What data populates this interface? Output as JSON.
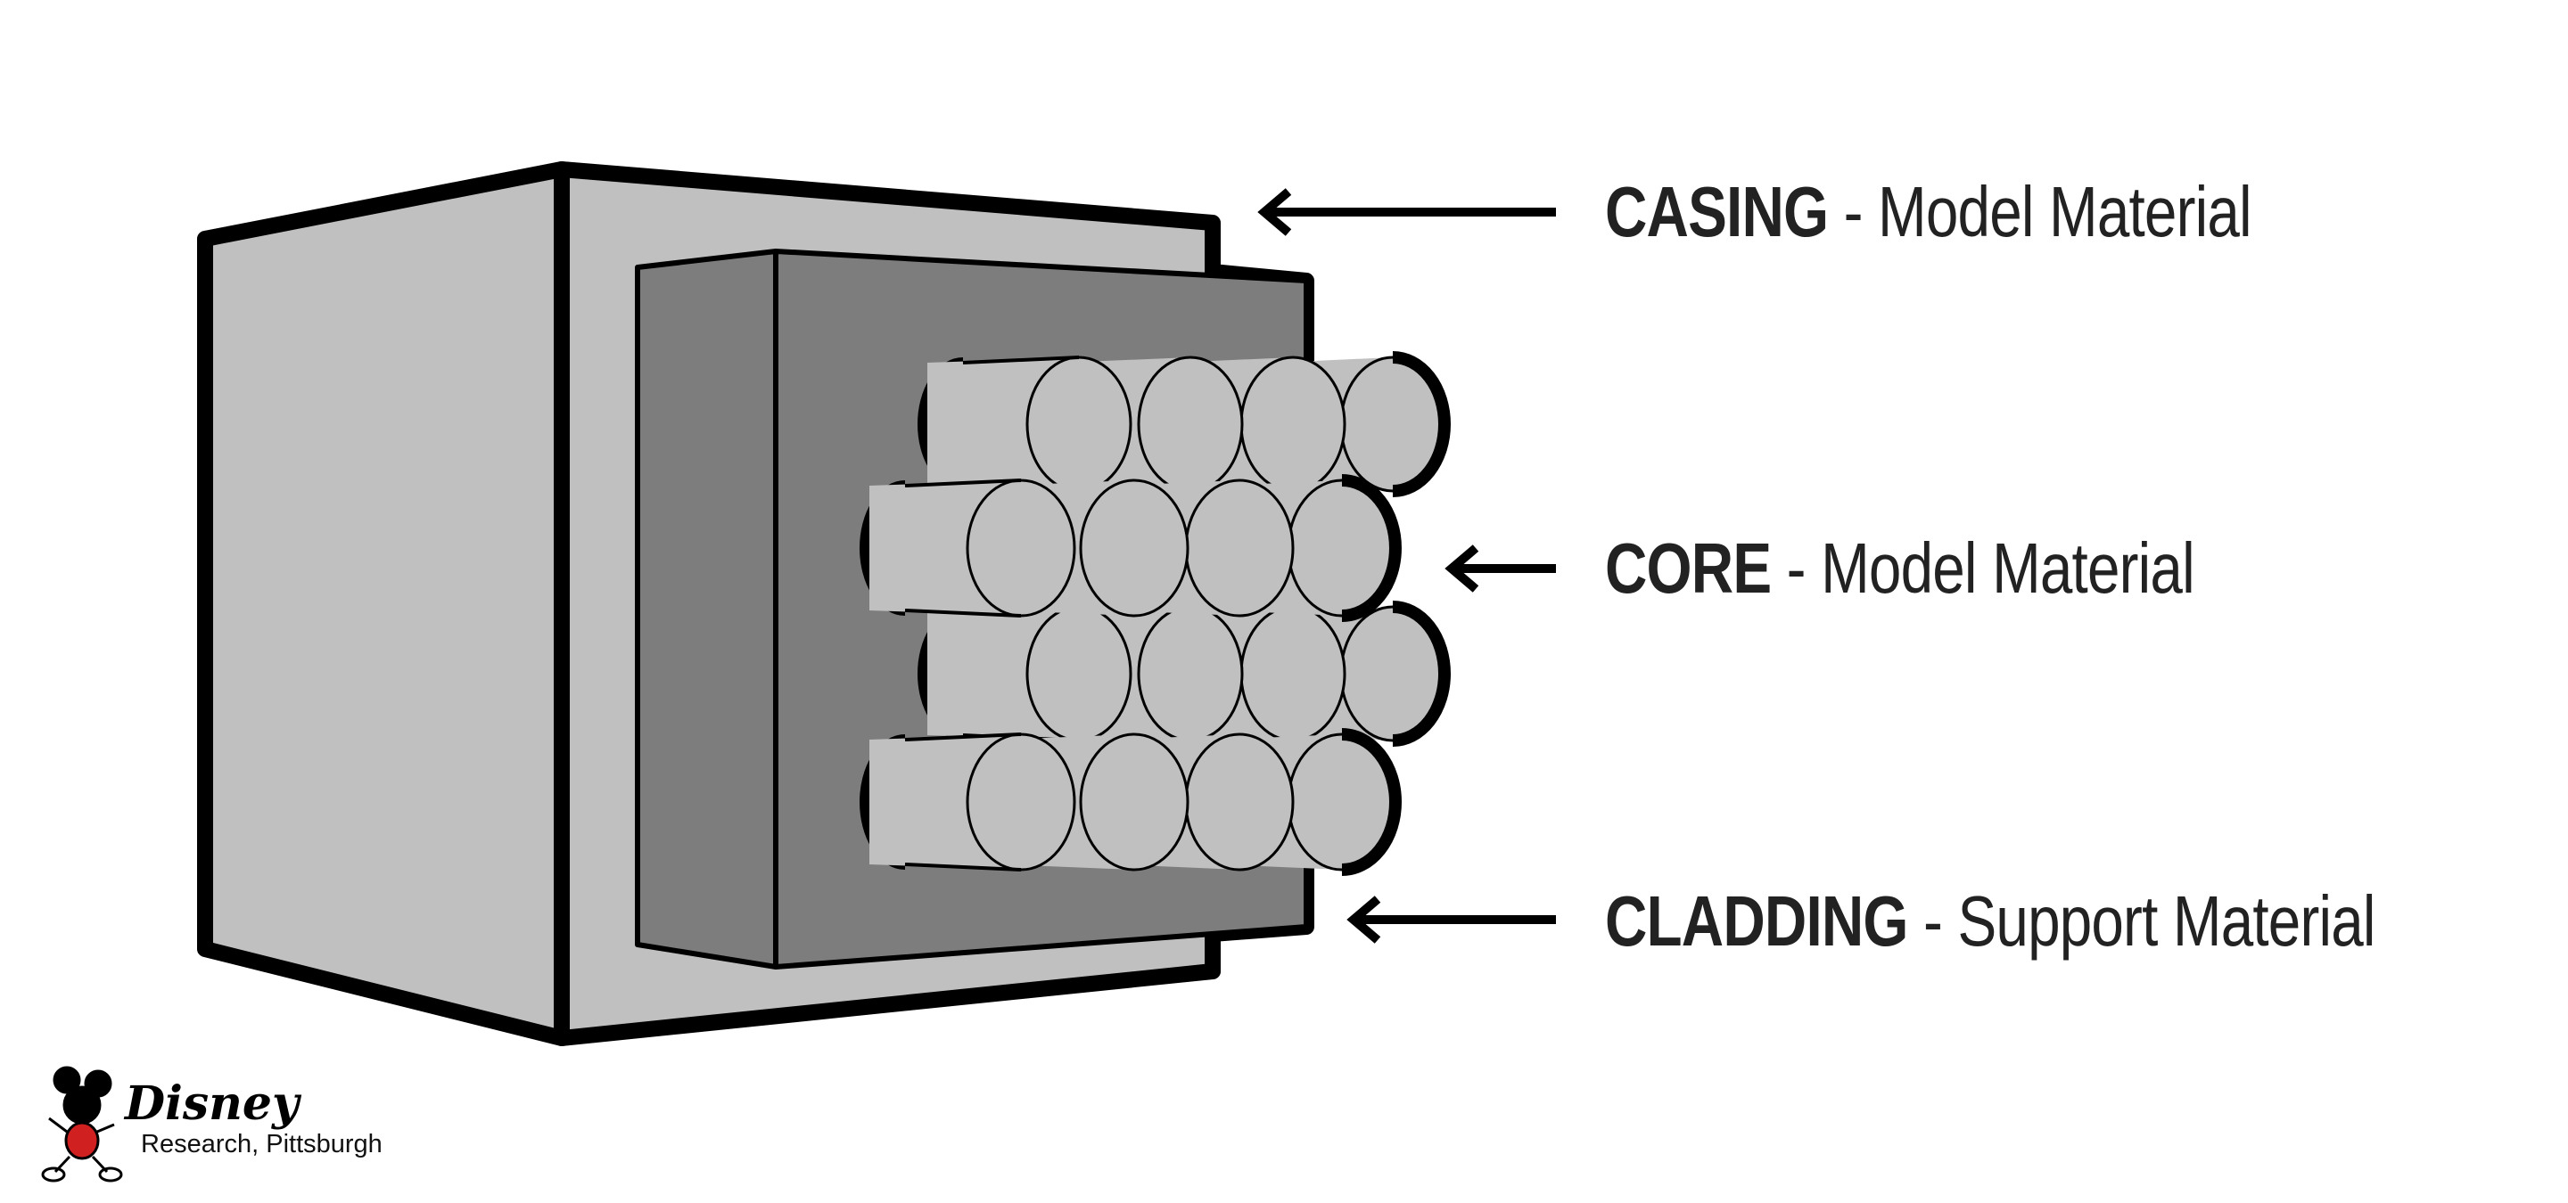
{
  "labels": [
    {
      "term": "CASING",
      "desc": " - Model Material"
    },
    {
      "term": "CORE",
      "desc": " - Model Material"
    },
    {
      "term": "CLADDING",
      "desc": " - Support Material"
    }
  ],
  "logo": {
    "brand": "Disney",
    "subtitle": "Research, Pittsburgh"
  },
  "colors": {
    "casing_fill": "#c0c0c0",
    "cladding_fill": "#808080",
    "core_fill": "#c0c0c0",
    "outline": "#000000",
    "text": "#222222"
  }
}
